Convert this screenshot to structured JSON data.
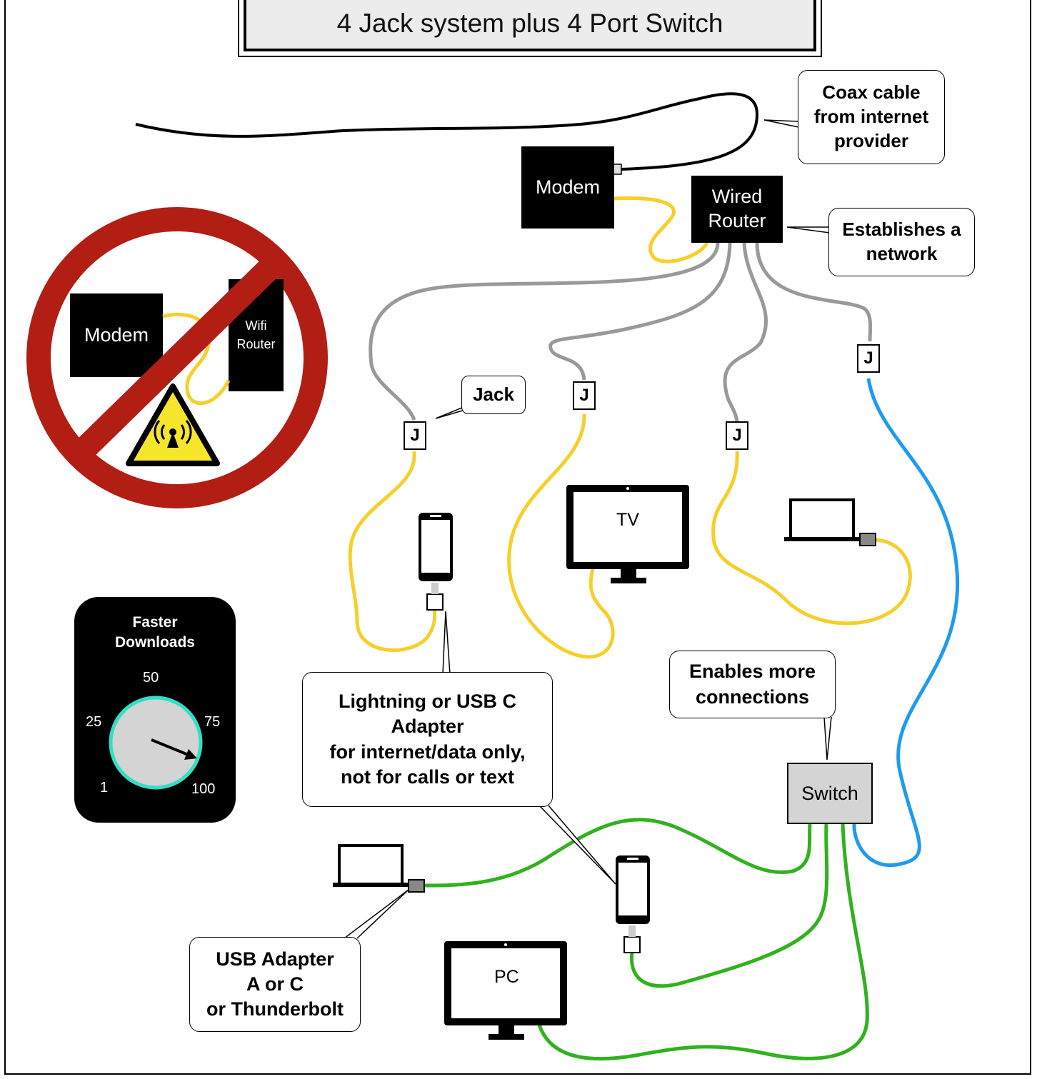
{
  "title": "4 Jack system plus 4 Port Switch",
  "devices": {
    "modem": "Modem",
    "wired_router_line1": "Wired",
    "wired_router_line2": "Router",
    "switch": "Switch",
    "tv": "TV",
    "pc": "PC",
    "jack": "J"
  },
  "crossed_out": {
    "modem": "Modem",
    "wifi_router_line1": "Wifi",
    "wifi_router_line2": "Router",
    "warning_icon": "radiation-warning-icon"
  },
  "callouts": {
    "coax": [
      "Coax cable",
      "from internet",
      "provider"
    ],
    "network": [
      "Establishes a",
      "network"
    ],
    "jack": "Jack",
    "switch": [
      "Enables more",
      "connections"
    ],
    "adapter": [
      "Lightning or USB C",
      "Adapter",
      "for internet/data only,",
      "not for calls or text"
    ],
    "usb": [
      "USB Adapter",
      "A or C",
      "or Thunderbolt"
    ]
  },
  "gauge": {
    "title": [
      "Faster",
      "Downloads"
    ],
    "labels": {
      "top": "50",
      "left": "25",
      "right": "75",
      "bottom_left": "1",
      "bottom_right": "100"
    }
  },
  "colors": {
    "coax": "#000000",
    "gray_cable": "#999999",
    "yellow_cable": "#f5cf2a",
    "blue_cable": "#1e9bef",
    "green_cable": "#2fb21d",
    "prohibited": "#b21e14",
    "gauge_ring": "#2ee0c6",
    "gauge_face": "#d4d4d4",
    "switch_fill": "#d4d4d4"
  }
}
